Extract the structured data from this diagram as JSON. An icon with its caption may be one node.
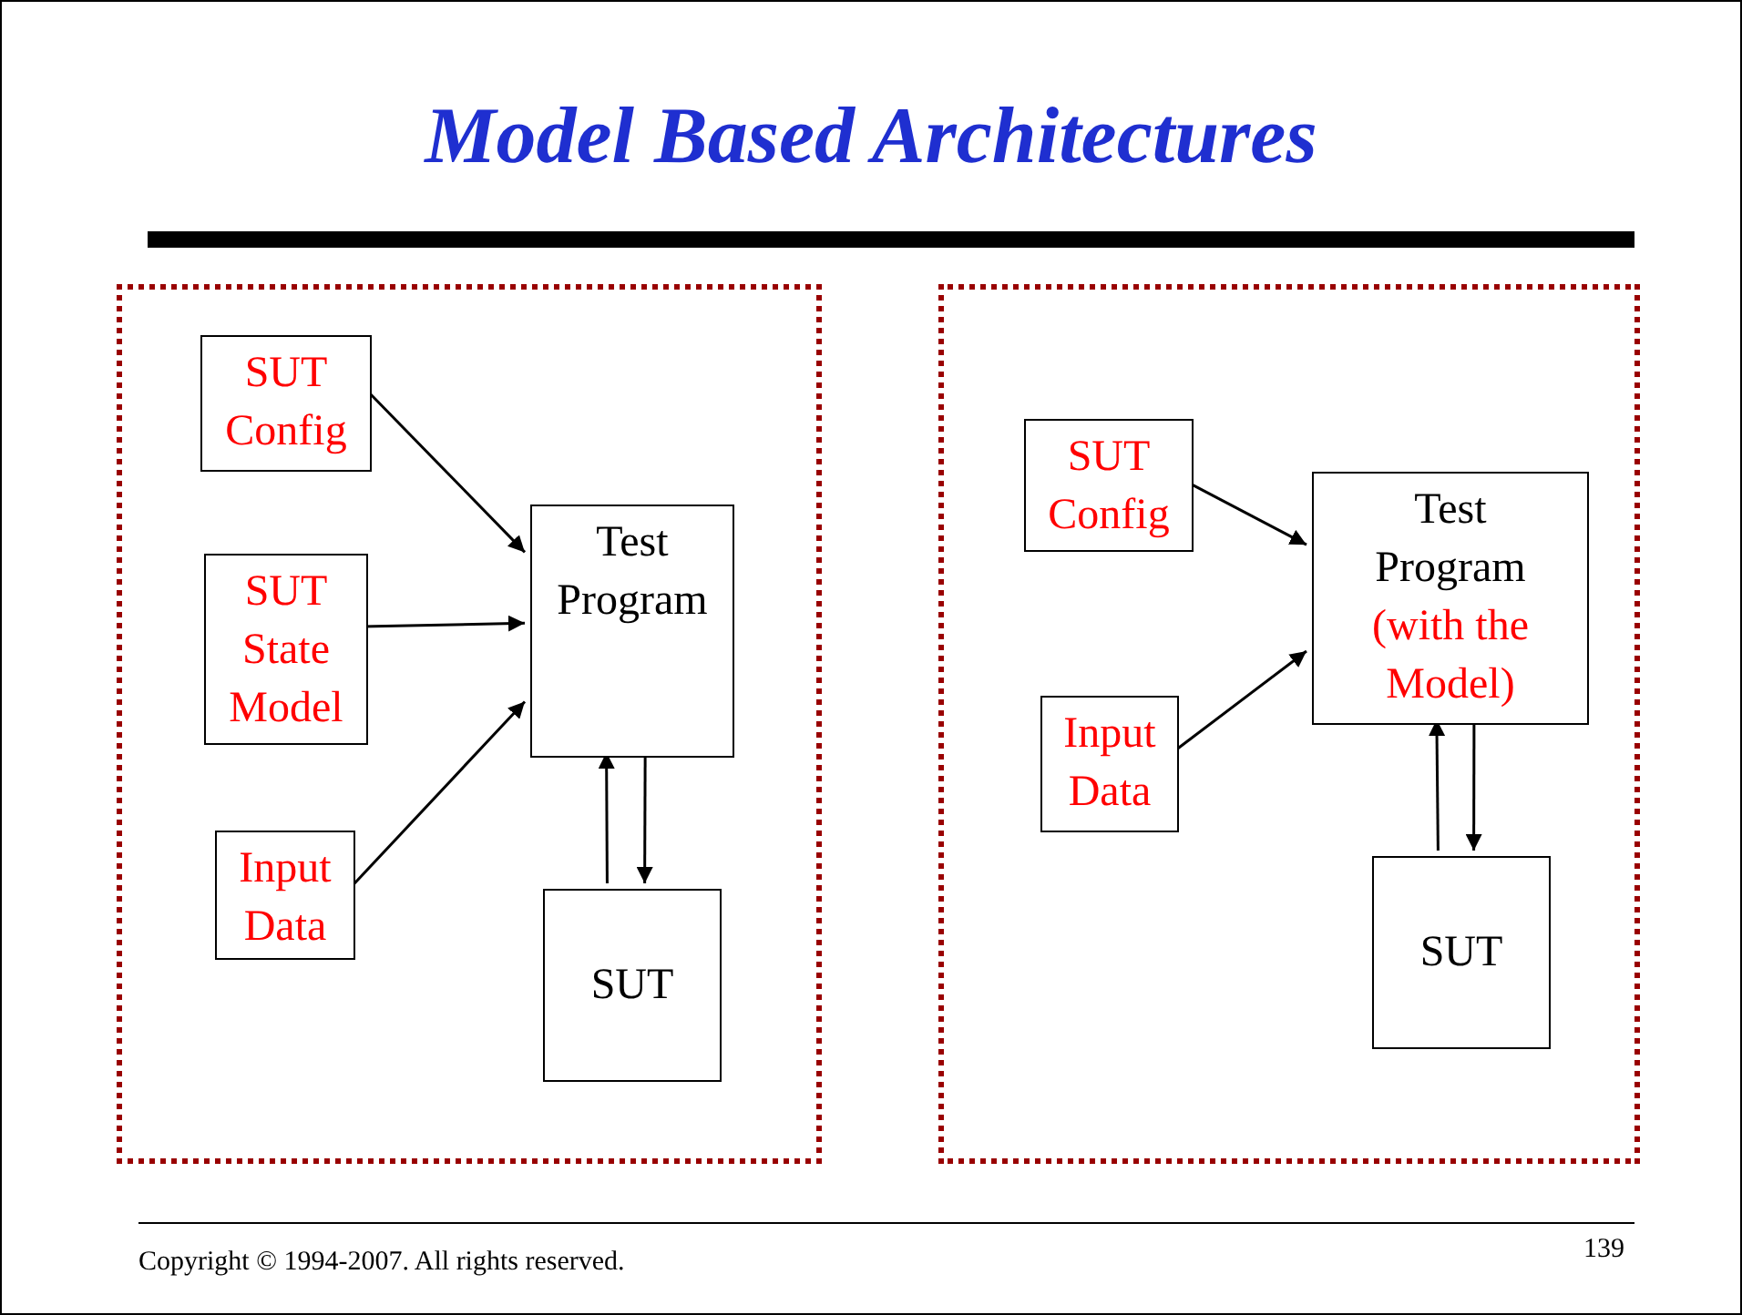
{
  "diagram": {
    "title": "Model Based Architectures",
    "nodes": [
      {
        "text": [],
        "shape": "box"
      },
      {
        "text": [
          "SUT Config"
        ],
        "in": 0
      },
      {
        "text": [
          "SUT State Model"
        ],
        "in": 0
      },
      {
        "text": [
          "Input Data"
        ],
        "in": 0
      },
      {
        "text": [
          "Test Program"
        ],
        "in": 0
      },
      {
        "text": [
          "SUT"
        ],
        "in": 0
      },
      {
        "text": [],
        "shape": "box"
      },
      {
        "text": [
          "SUT Config"
        ],
        "in": 6
      },
      {
        "text": [
          "Test Program",
          "(with the Model)"
        ],
        "in": 6
      },
      {
        "text": [
          "Input Data"
        ],
        "in": 6
      },
      {
        "text": [
          "SUT"
        ],
        "in": 6
      }
    ],
    "edges": [
      {
        "from": 1,
        "to": 4,
        "arrow": "to"
      },
      {
        "from": 2,
        "to": 4,
        "arrow": "to"
      },
      {
        "from": 3,
        "to": 4,
        "arrow": "to"
      },
      {
        "from": 5,
        "to": 4,
        "arrow": "to"
      },
      {
        "from": 4,
        "to": 5,
        "arrow": "to"
      },
      {
        "from": 7,
        "to": 8,
        "arrow": "to"
      },
      {
        "from": 9,
        "to": 8,
        "arrow": "to"
      },
      {
        "from": 10,
        "to": 8,
        "arrow": "to"
      },
      {
        "from": 8,
        "to": 10,
        "arrow": "to"
      }
    ],
    "labels": [
      "Copyright ©  1994-2007. All rights reserved.",
      "139"
    ]
  }
}
